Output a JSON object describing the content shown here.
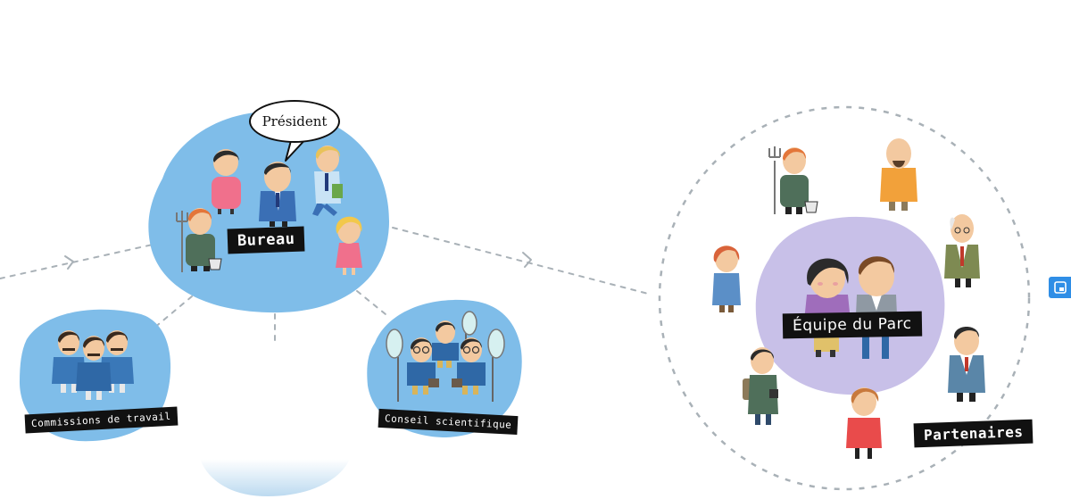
{
  "labels": {
    "president": "Président",
    "bureau": "Bureau",
    "commissions": "Commissions de travail",
    "conseil": "Conseil scientifique",
    "equipe": "Équipe du Parc",
    "partenaires": "Partenaires"
  },
  "colors": {
    "blob_blue": "#7fbde9",
    "blob_purple": "#c8c0e8",
    "dash": "#a9b1b7",
    "label_bg": "#111111",
    "side_button": "#2f8ee6"
  },
  "icons": {
    "side_button": "picture-in-picture-icon"
  }
}
